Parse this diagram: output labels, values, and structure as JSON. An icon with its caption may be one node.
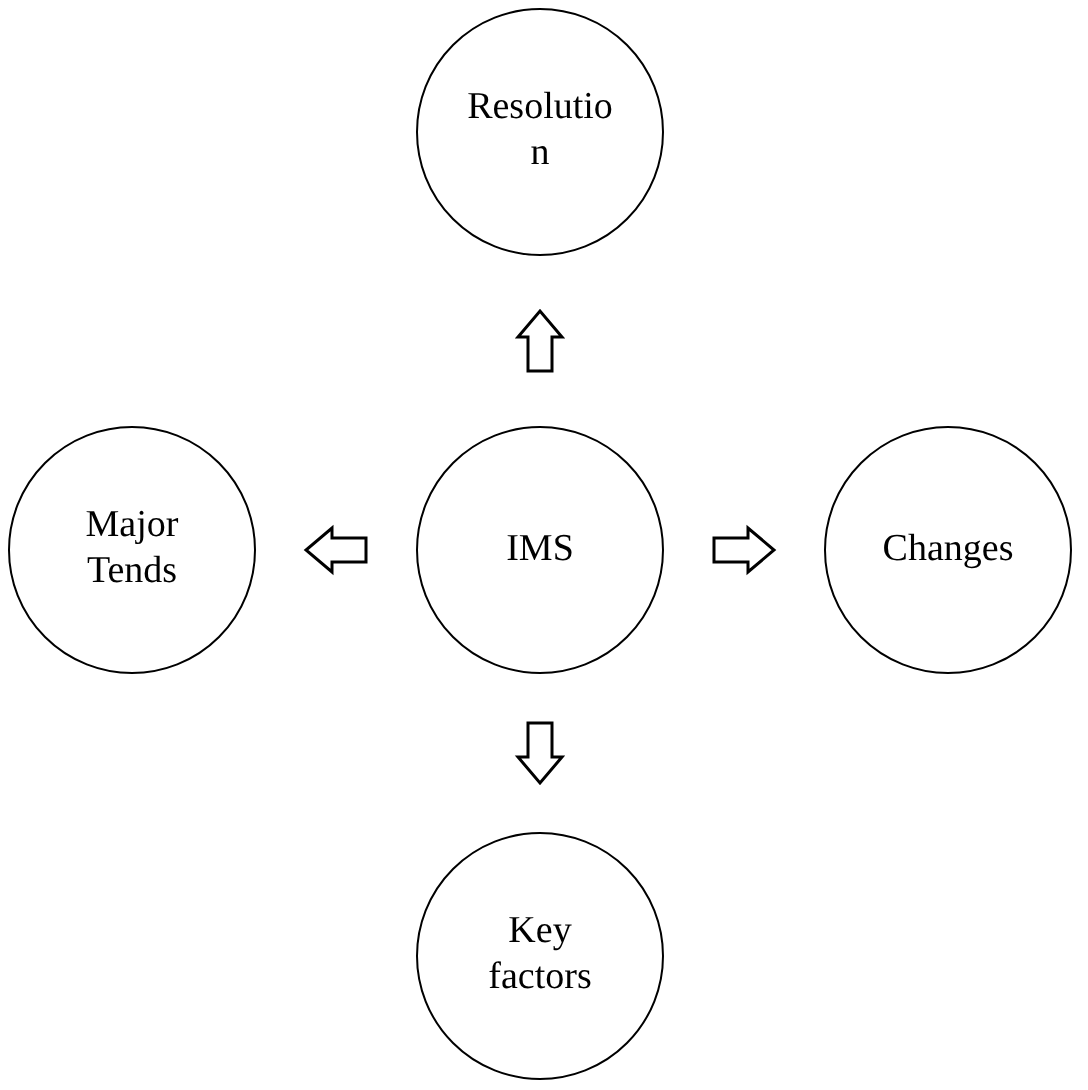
{
  "diagram": {
    "nodes": [
      {
        "text": [
          "IMS"
        ]
      },
      {
        "text": [
          "Resolution"
        ]
      },
      {
        "text": [
          "Changes"
        ]
      },
      {
        "text": [
          "Key factors"
        ]
      },
      {
        "text": [
          "Major Tends"
        ]
      }
    ],
    "edges": [
      {
        "from": 0,
        "to": 1,
        "arrow": "to"
      },
      {
        "from": 0,
        "to": 2,
        "arrow": "to"
      },
      {
        "from": 0,
        "to": 3,
        "arrow": "to"
      },
      {
        "from": 0,
        "to": 4,
        "arrow": "to"
      }
    ]
  }
}
